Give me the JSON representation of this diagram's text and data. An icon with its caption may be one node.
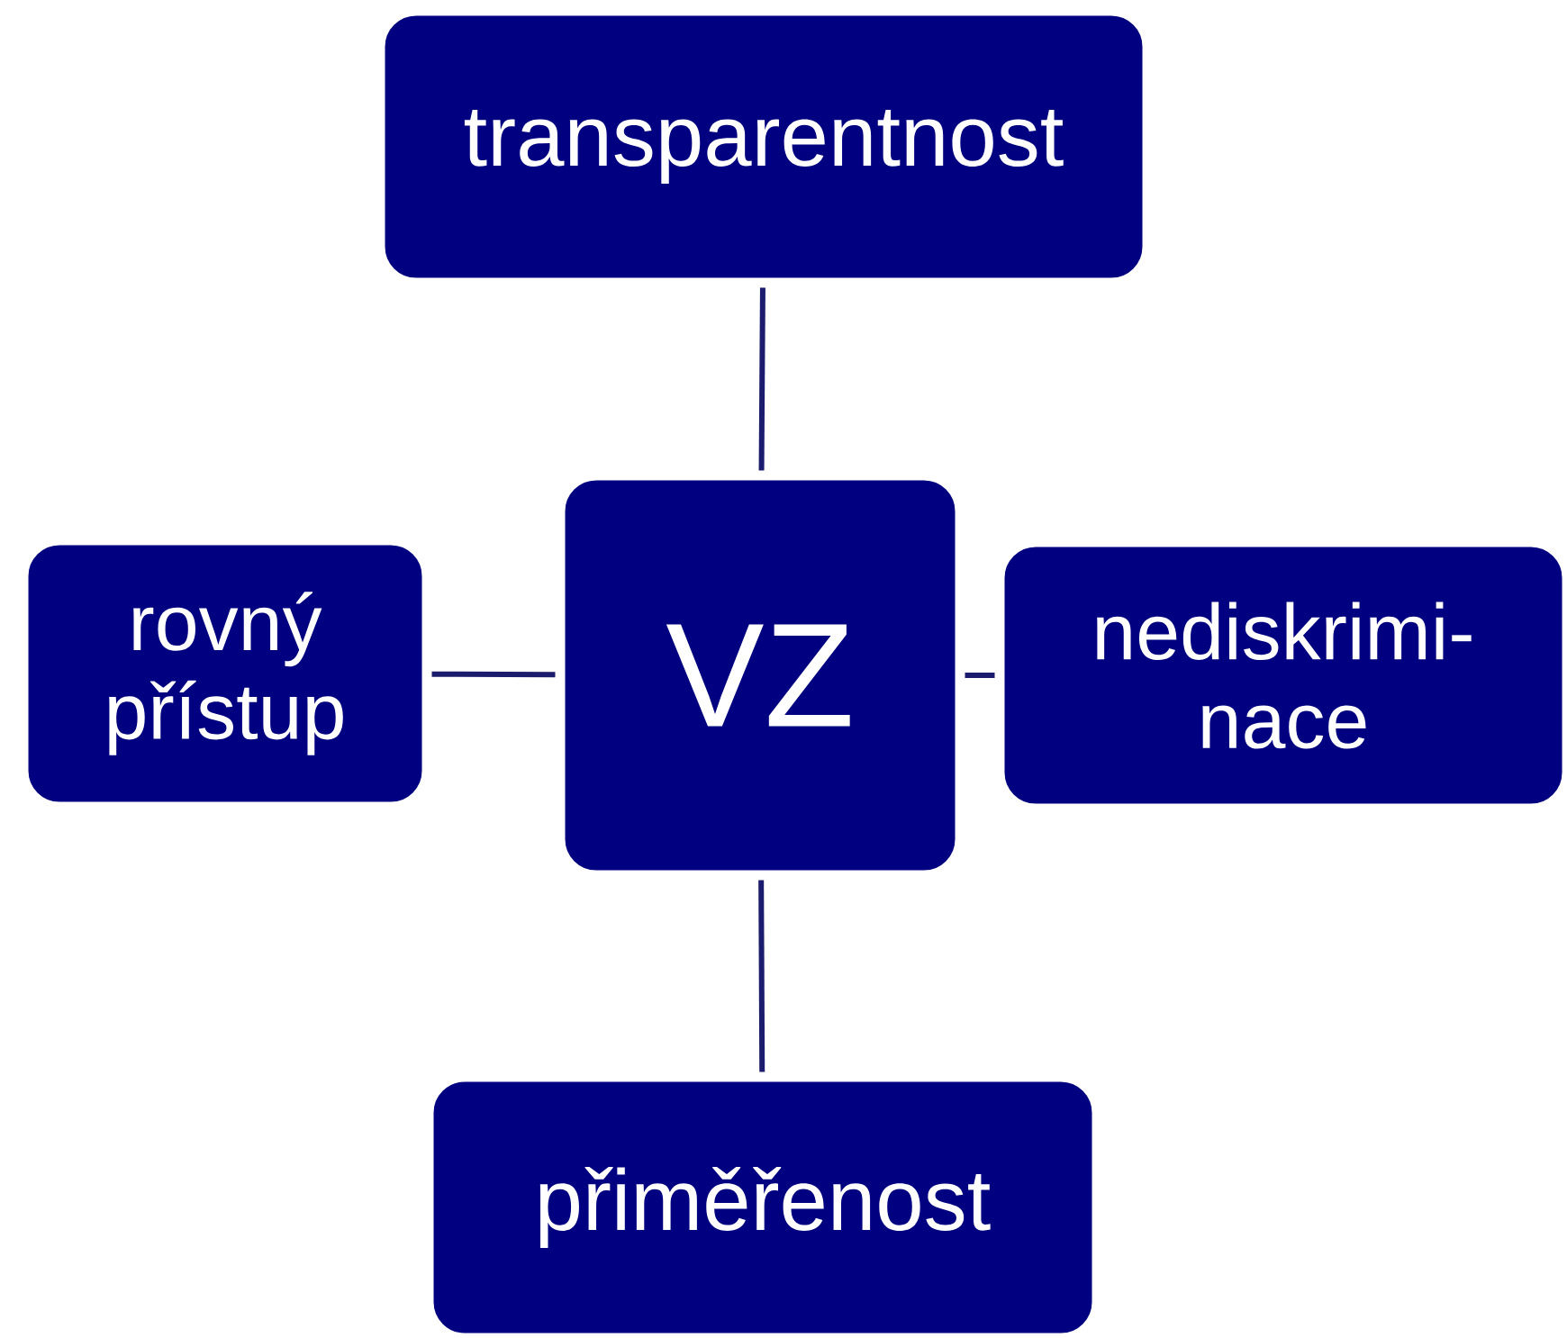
{
  "diagram": {
    "nodes": [
      {
        "text": [
          "transparentnost"
        ]
      },
      {
        "text": [
          "rovný přístup"
        ]
      },
      {
        "text": [
          "VZ"
        ]
      },
      {
        "text": [
          "nediskrimi- nace"
        ]
      },
      {
        "text": [
          "přiměřenost"
        ]
      }
    ],
    "edges": [
      {
        "from": 2,
        "to": 0,
        "arrow": "none"
      },
      {
        "from": 2,
        "to": 1,
        "arrow": "none"
      },
      {
        "from": 2,
        "to": 3,
        "arrow": "none"
      },
      {
        "from": 2,
        "to": 4,
        "arrow": "none"
      }
    ]
  }
}
